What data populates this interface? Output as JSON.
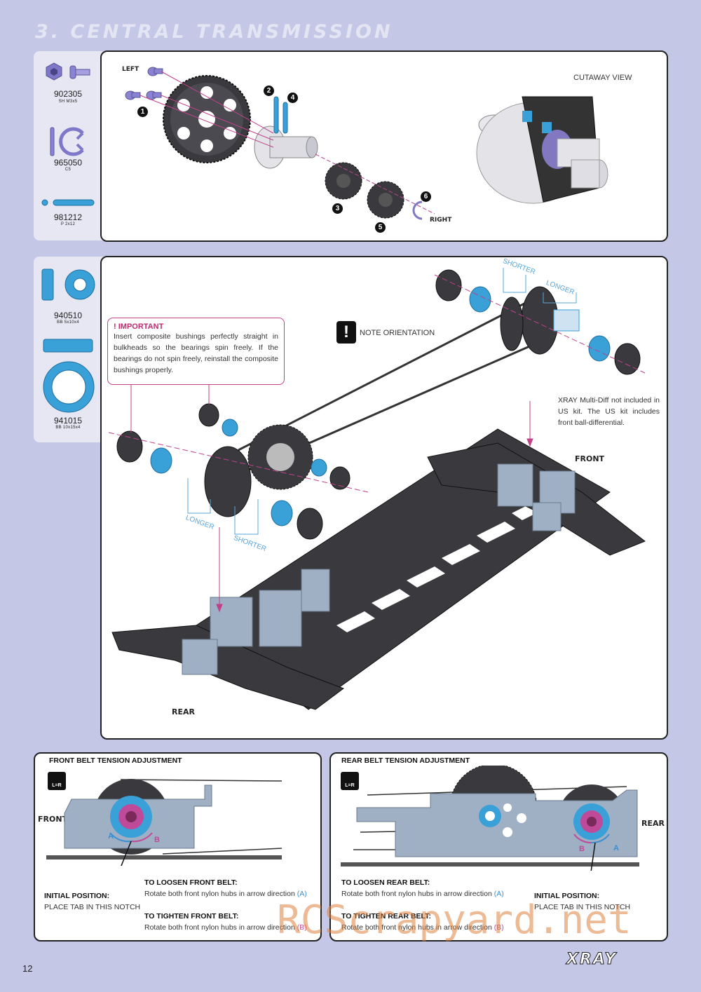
{
  "page": {
    "title": "3. CENTRAL TRANSMISSION",
    "page_number": "12",
    "logo": "XRAY",
    "watermark": "RCScrapyard.net"
  },
  "parts_top": [
    {
      "number": "902305",
      "desc": "SH M3x5",
      "icon": "screw-icon"
    },
    {
      "number": "965050",
      "desc": "C5",
      "icon": "e-clip-icon"
    },
    {
      "number": "981212",
      "desc": "P 2x12",
      "icon": "pin-icon"
    }
  ],
  "parts_middle": [
    {
      "number": "940510",
      "desc": "BB 5x10x4",
      "icon": "bearing-icon"
    },
    {
      "number": "941015",
      "desc": "BB 10x15x4",
      "icon": "bearing-icon"
    }
  ],
  "top_panel": {
    "left_label": "LEFT",
    "right_label": "RIGHT",
    "cutaway_label": "CUTAWAY VIEW",
    "steps": [
      "1",
      "2",
      "3",
      "4",
      "5",
      "6"
    ]
  },
  "main_panel": {
    "important_title": "! IMPORTANT",
    "important_text": "Insert composite bushings perfectly straight in bulkheads so the bearings spin freely. If the bearings do not spin freely, reinstall the composite bushings properly.",
    "note_orientation": "NOTE ORIENTATION",
    "multi_diff_note": "XRAY Multi-Diff not included in US kit. The US kit includes front ball-differential.",
    "front_label": "FRONT",
    "rear_label": "REAR",
    "longer_label": "LONGER",
    "shorter_label": "SHORTER"
  },
  "front_belt": {
    "title": "FRONT BELT TENSION ADJUSTMENT",
    "side_label": "FRONT",
    "lr_badge": "L=R",
    "initial_title": "INITIAL POSITION:",
    "initial_text": "PLACE TAB IN THIS NOTCH",
    "loosen_title": "TO LOOSEN FRONT BELT:",
    "loosen_text": "Rotate both front nylon hubs in arrow direction",
    "loosen_dir": "(A)",
    "tighten_title": "TO TIGHTEN FRONT BELT:",
    "tighten_text": "Rotate both front nylon hubs in arrow direction",
    "tighten_dir": "(B)",
    "arrow_a": "A",
    "arrow_b": "B"
  },
  "rear_belt": {
    "title": "REAR BELT TENSION ADJUSTMENT",
    "side_label": "REAR",
    "lr_badge": "L=R",
    "initial_title": "INITIAL POSITION:",
    "initial_text": "PLACE TAB IN THIS NOTCH",
    "loosen_title": "TO LOOSEN REAR BELT:",
    "loosen_text": "Rotate both front nylon hubs in arrow direction",
    "loosen_dir": "(A)",
    "tighten_title": "TO TIGHTEN REAR BELT:",
    "tighten_text": "Rotate both front nylon hubs in arrow direction",
    "tighten_dir": "(B)",
    "arrow_a": "A",
    "arrow_b": "B"
  },
  "colors": {
    "background": "#c4c8e6",
    "part_blue": "#3aa0d8",
    "part_purple": "#8a7fd0",
    "accent_magenta": "#c0408a",
    "chassis_grey": "#9fb0c4"
  }
}
